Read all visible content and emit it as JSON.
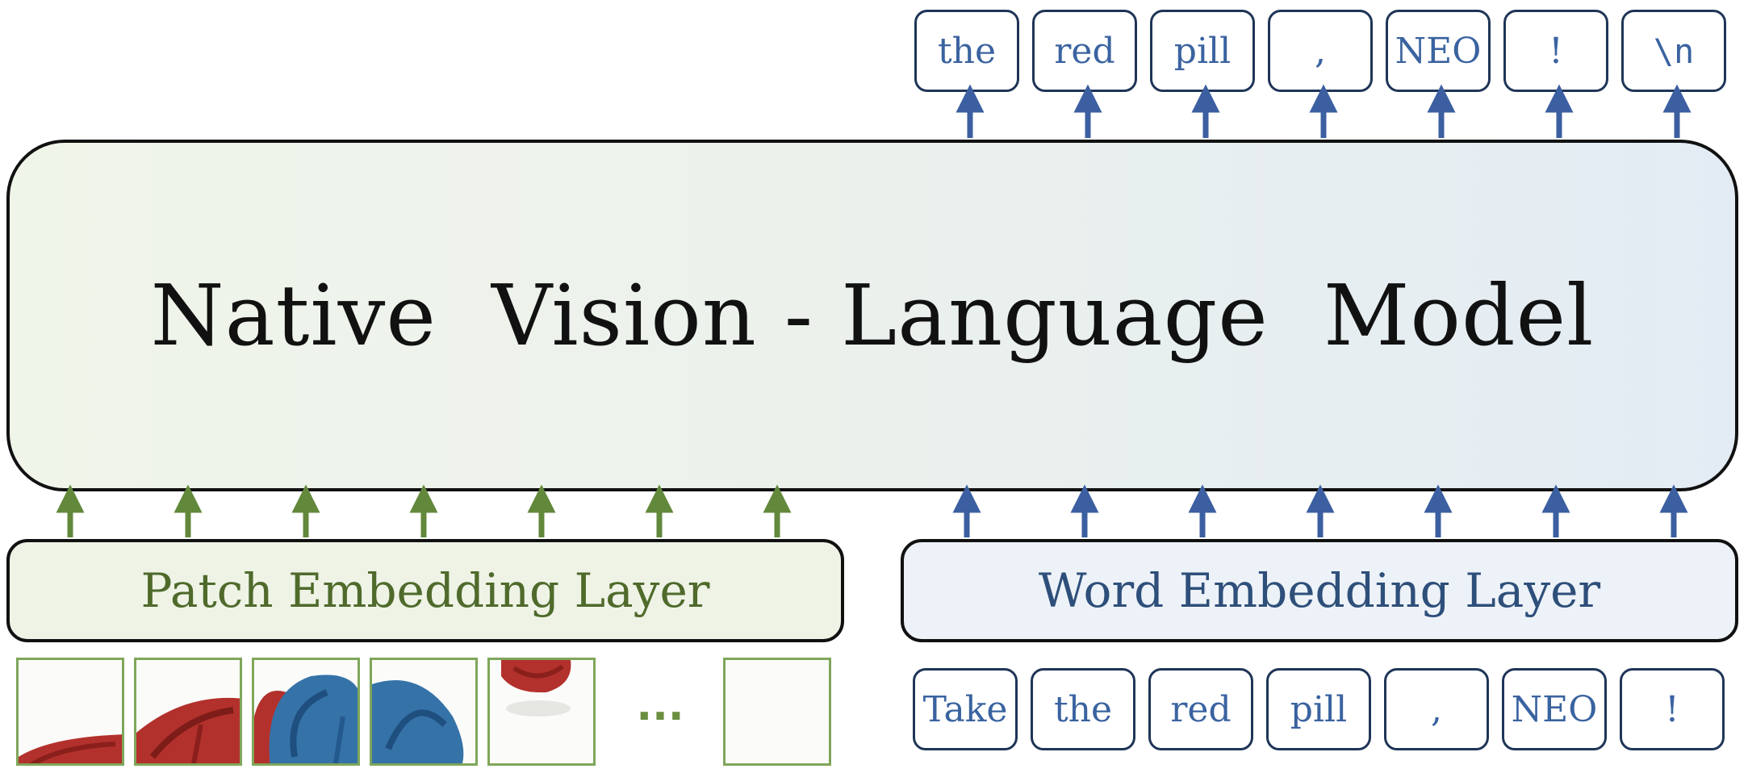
{
  "model": {
    "title": "Native  Vision - Language  Model"
  },
  "patch_layer": {
    "label": "Patch Embedding Layer"
  },
  "word_layer": {
    "label": "Word Embedding Layer"
  },
  "output_tokens": [
    "the",
    "red",
    "pill",
    ",",
    "NEO",
    "!",
    "\\n"
  ],
  "input_tokens": [
    "Take",
    "the",
    "red",
    "pill",
    ",",
    "NEO",
    "!"
  ],
  "patches": {
    "ellipsis": "..."
  },
  "colors": {
    "green_arrow": "#62883b",
    "blue_arrow": "#3b5fa0",
    "token_border": "#1f3557",
    "token_text": "#3a63a0",
    "patch_border": "#7fa65a",
    "pill_red": "#b3312c",
    "pill_blue": "#3572a8"
  }
}
